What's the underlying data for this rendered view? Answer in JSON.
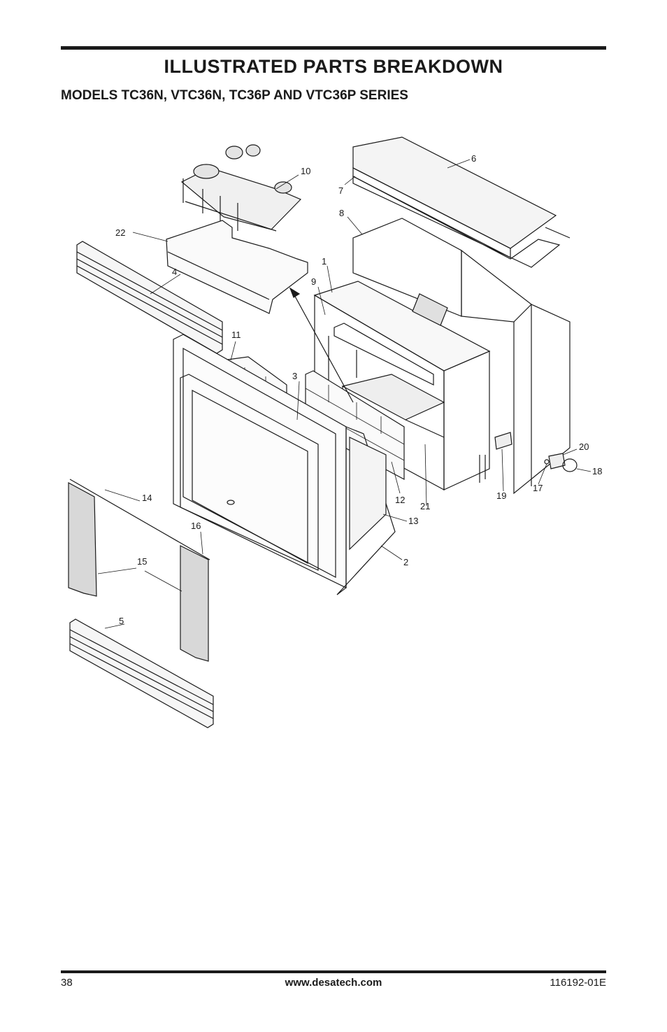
{
  "header": {
    "title": "ILLUSTRATED PARTS BREAKDOWN",
    "subtitle": "MODELS TC36N, VTC36N, TC36P AND VTC36P SERIES"
  },
  "callouts": [
    "1",
    "2",
    "3",
    "4",
    "5",
    "6",
    "7",
    "8",
    "9",
    "10",
    "11",
    "12",
    "13",
    "14",
    "15",
    "16",
    "17",
    "18",
    "19",
    "20",
    "21",
    "22"
  ],
  "footer": {
    "page_number": "38",
    "website": "www.desatech.com",
    "doc_number": "116192-01E"
  }
}
